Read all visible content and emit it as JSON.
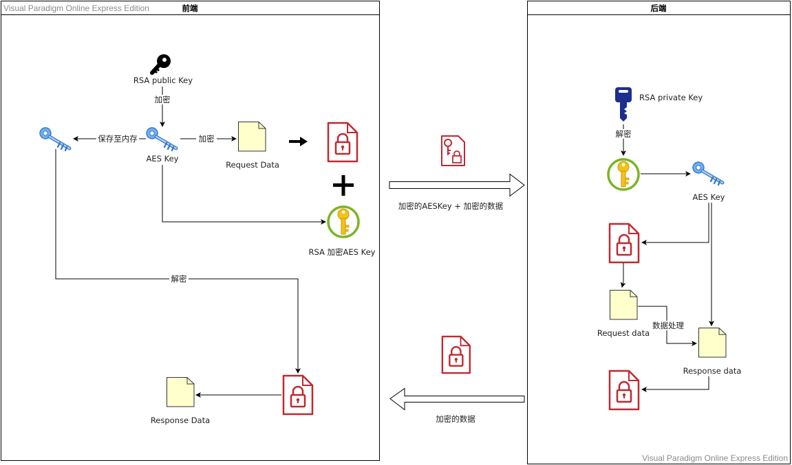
{
  "watermark_top": "Visual Paradigm Online Express Edition",
  "watermark_bottom": "Visual Paradigm Online Express Edition",
  "frontend": {
    "title": "前端",
    "rsa_public_key": "RSA public Key",
    "encrypt_label_1": "加密",
    "save_to_memory": "保存至内存",
    "aes_key": "AES Key",
    "encrypt_label_2": "加密",
    "request_data": "Request Data",
    "rsa_encrypt_aes_key": "RSA 加密AES Key",
    "decrypt_label": "解密",
    "response_data": "Response Data"
  },
  "middle": {
    "to_backend_label": "加密的AESKey + 加密的数据",
    "to_frontend_label": "加密的数据"
  },
  "backend": {
    "title": "后端",
    "rsa_private_key": "RSA private Key",
    "decrypt_label": "解密",
    "aes_key": "AES Key",
    "request_data": "Request data",
    "process_label": "数据处理",
    "response_data": "Response data"
  },
  "colors": {
    "lock_red": "#c0282f",
    "doc_fill": "#ffffcc",
    "gold_key": "#f2c215",
    "gold_ring": "#7ab526",
    "blue_key": "#4a8fd8",
    "navy_key": "#1c2f8f"
  },
  "icons": [
    "key-icon",
    "blue-key-icon",
    "gold-key-icon",
    "navy-key-icon",
    "lock-document-icon",
    "document-icon",
    "arrow-right-icon",
    "plus-icon"
  ]
}
